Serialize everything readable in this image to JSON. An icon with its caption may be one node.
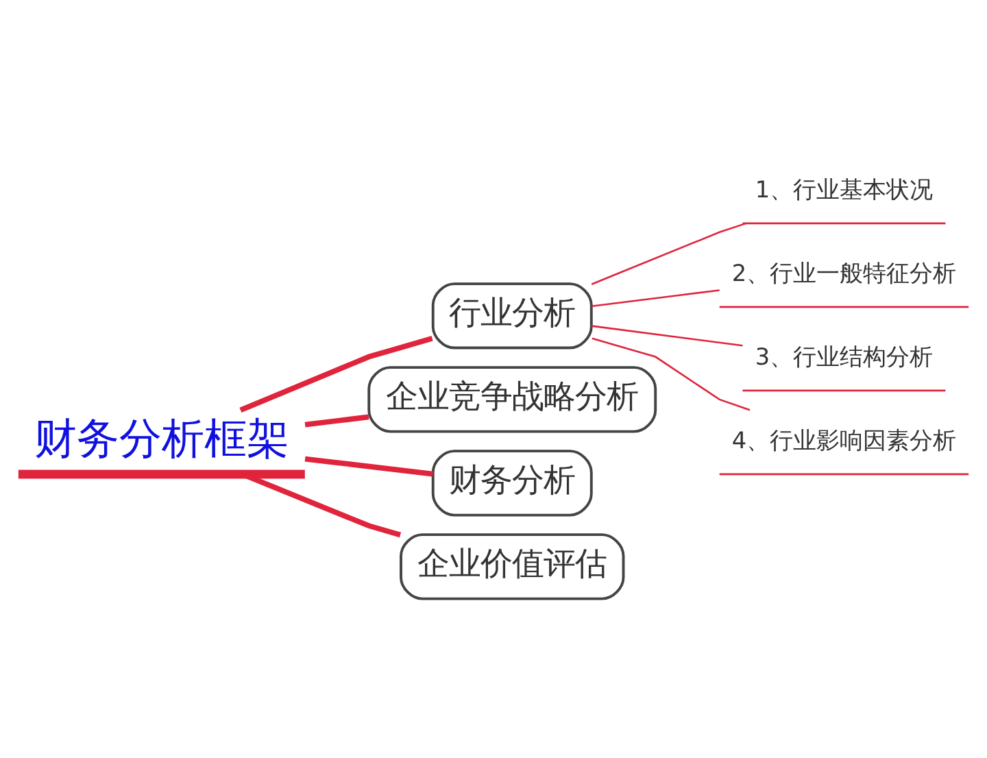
{
  "diagram": {
    "nodes": [
      {
        "text": [
          "财务分析框架"
        ]
      },
      {
        "text": [
          "行业分析"
        ]
      },
      {
        "text": [
          "1、行业基本状况"
        ]
      },
      {
        "text": [
          "2、行业一般特征分析"
        ]
      },
      {
        "text": [
          "3、行业结构分析"
        ]
      },
      {
        "text": [
          "4、行业影响因素分析"
        ]
      },
      {
        "text": [
          "企业竞争战略分析"
        ]
      },
      {
        "text": [
          "财务分析"
        ]
      },
      {
        "text": [
          "企业价值评估"
        ]
      }
    ],
    "edges": [
      {
        "from": 0,
        "to": 1,
        "arrow": "none",
        "style": "thick"
      },
      {
        "from": 1,
        "to": 2,
        "arrow": "none"
      },
      {
        "from": 1,
        "to": 3,
        "arrow": "none"
      },
      {
        "from": 1,
        "to": 4,
        "arrow": "none"
      },
      {
        "from": 1,
        "to": 5,
        "arrow": "none"
      },
      {
        "from": 0,
        "to": 6,
        "arrow": "none",
        "style": "thick"
      },
      {
        "from": 0,
        "to": 7,
        "arrow": "none",
        "style": "thick"
      },
      {
        "from": 0,
        "to": 8,
        "arrow": "none",
        "style": "thick"
      }
    ]
  }
}
